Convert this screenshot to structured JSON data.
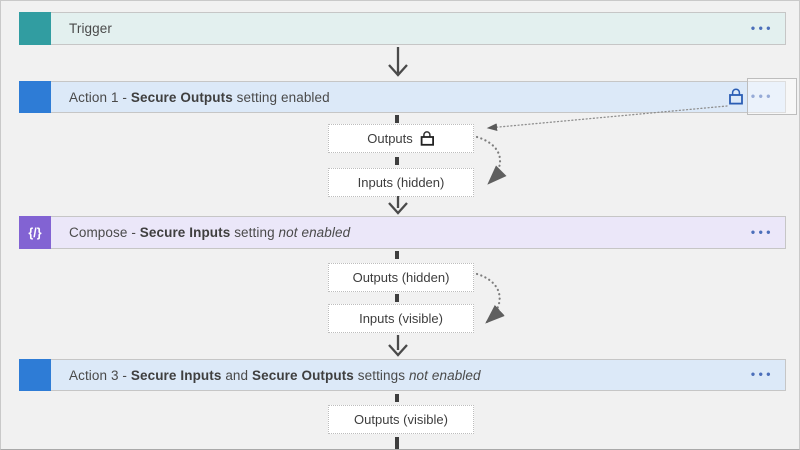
{
  "colors": {
    "canvas_bg": "#f1f1f1",
    "trigger_icon": "#319da1",
    "trigger_bar_bg": "#e3f0ef",
    "action_icon": "#2e7cd6",
    "action_bar_bg": "#dce9f8",
    "compose_icon": "#8263d3",
    "compose_bar_bg": "#ebe7f9",
    "menu_dots": "#4c6fba",
    "lock_badge": "#2a5db4",
    "text": "#4a4a4a"
  },
  "menu_glyph": "•••",
  "icons": {
    "lock": "padlock",
    "ellipsis": "more-options",
    "down_arrow": "flow-direction",
    "compose_glyph": "{/}"
  },
  "bars": {
    "trigger": {
      "label": "Trigger"
    },
    "action1": {
      "seg1": "Action 1 - ",
      "seg2_bold": "Secure Outputs",
      "seg3": " setting enabled"
    },
    "compose": {
      "icon_glyph": "{/}",
      "seg1": "Compose - ",
      "seg2_bold": "Secure Inputs",
      "seg3": " setting ",
      "seg4_italic": "not enabled"
    },
    "action3": {
      "seg1": "Action 3 - ",
      "seg2_bold": "Secure Inputs",
      "seg3": " and ",
      "seg4_bold": "Secure Outputs",
      "seg5": " settings ",
      "seg6_italic": "not enabled"
    }
  },
  "boxes": {
    "outputs_locked": {
      "label": "Outputs"
    },
    "inputs_hidden": {
      "label": "Inputs (hidden)"
    },
    "outputs_hidden": {
      "label": "Outputs (hidden)"
    },
    "inputs_visible": {
      "label": "Inputs (visible)"
    },
    "outputs_visible": {
      "label": "Outputs (visible)"
    }
  }
}
